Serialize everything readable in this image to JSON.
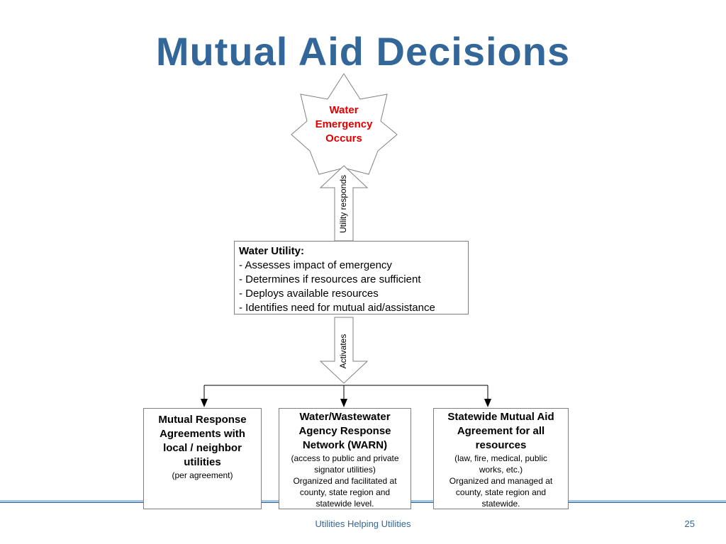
{
  "slide": {
    "title": "Mutual Aid Decisions",
    "footer": "Utilities Helping Utilities",
    "page_number": "25"
  },
  "star": {
    "line1": "Water",
    "line2": "Emergency",
    "line3": "Occurs"
  },
  "arrows": {
    "up_label": "Utility responds",
    "down_label": "Activates"
  },
  "utility_box": {
    "heading": "Water Utility:",
    "items": [
      "- Assesses impact of emergency",
      "- Determines if resources are sufficient",
      "- Deploys available resources",
      "- Identifies need for mutual aid/assistance"
    ]
  },
  "bottom_boxes": [
    {
      "title_lines": [
        "Mutual Response",
        "Agreements with",
        "local / neighbor",
        "utilities"
      ],
      "detail_lines": [
        "(per agreement)"
      ]
    },
    {
      "title_lines": [
        "Water/Wastewater",
        "Agency Response",
        "Network (WARN)"
      ],
      "detail_lines": [
        "(access to public and private",
        "signator utilities)",
        " Organized and facilitated at",
        "county, state region and",
        "statewide level."
      ]
    },
    {
      "title_lines": [
        "Statewide Mutual Aid",
        "Agreement  for all",
        "resources"
      ],
      "detail_lines": [
        "(law, fire, medical, public",
        "works, etc.)",
        "Organized and managed at",
        "county, state region and",
        "statewide."
      ]
    }
  ],
  "colors": {
    "title": "#336699",
    "star_text": "#e00000",
    "rule_light": "#a9c4df",
    "rule_dark": "#336699"
  }
}
